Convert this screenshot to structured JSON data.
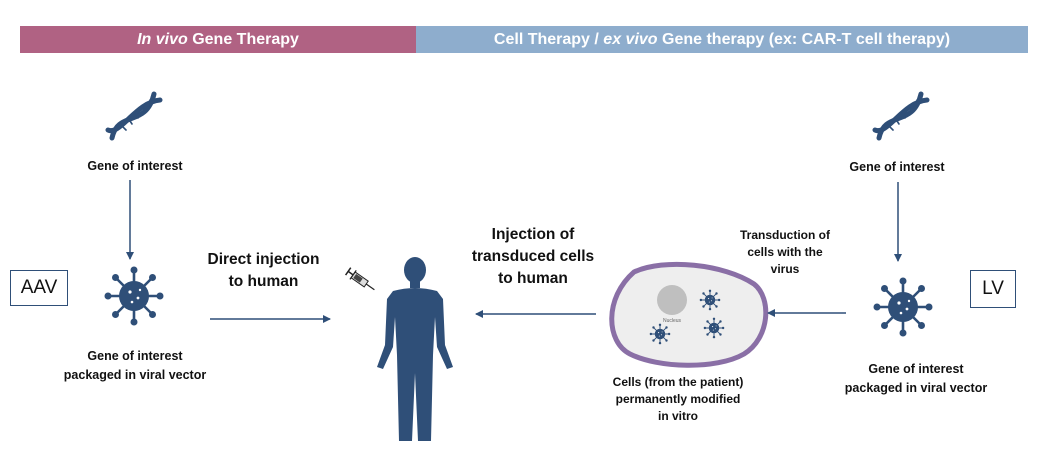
{
  "header_left": {
    "italic": "In vivo",
    "rest": " Gene Therapy"
  },
  "header_right": {
    "pre": "Cell Therapy / ",
    "italic": "ex vivo",
    "post": " Gene therapy (ex: CAR-T cell therapy)"
  },
  "left": {
    "gene_label": "Gene of interest",
    "vector_label_1": "Gene of interest",
    "vector_label_2": "packaged in viral vector",
    "box": "AAV",
    "arrow_label_1": "Direct injection",
    "arrow_label_2": "to human"
  },
  "right": {
    "gene_label": "Gene of interest",
    "vector_label_1": "Gene of interest",
    "vector_label_2": "packaged in viral vector",
    "box": "LV",
    "transduction_1": "Transduction of",
    "transduction_2": "cells with the",
    "transduction_3": "virus"
  },
  "middle": {
    "injection_1": "Injection of",
    "injection_2": "transduced cells",
    "injection_3": "to human",
    "cells_1": "Cells (from the patient)",
    "cells_2": "permanently modified",
    "cells_3": "in vitro",
    "nucleus_text": "Nucleus"
  },
  "colors": {
    "icon": "#2f4f78",
    "left_header": "#b06283",
    "right_header": "#8eadcd",
    "cell_border": "#8a6fa6"
  }
}
